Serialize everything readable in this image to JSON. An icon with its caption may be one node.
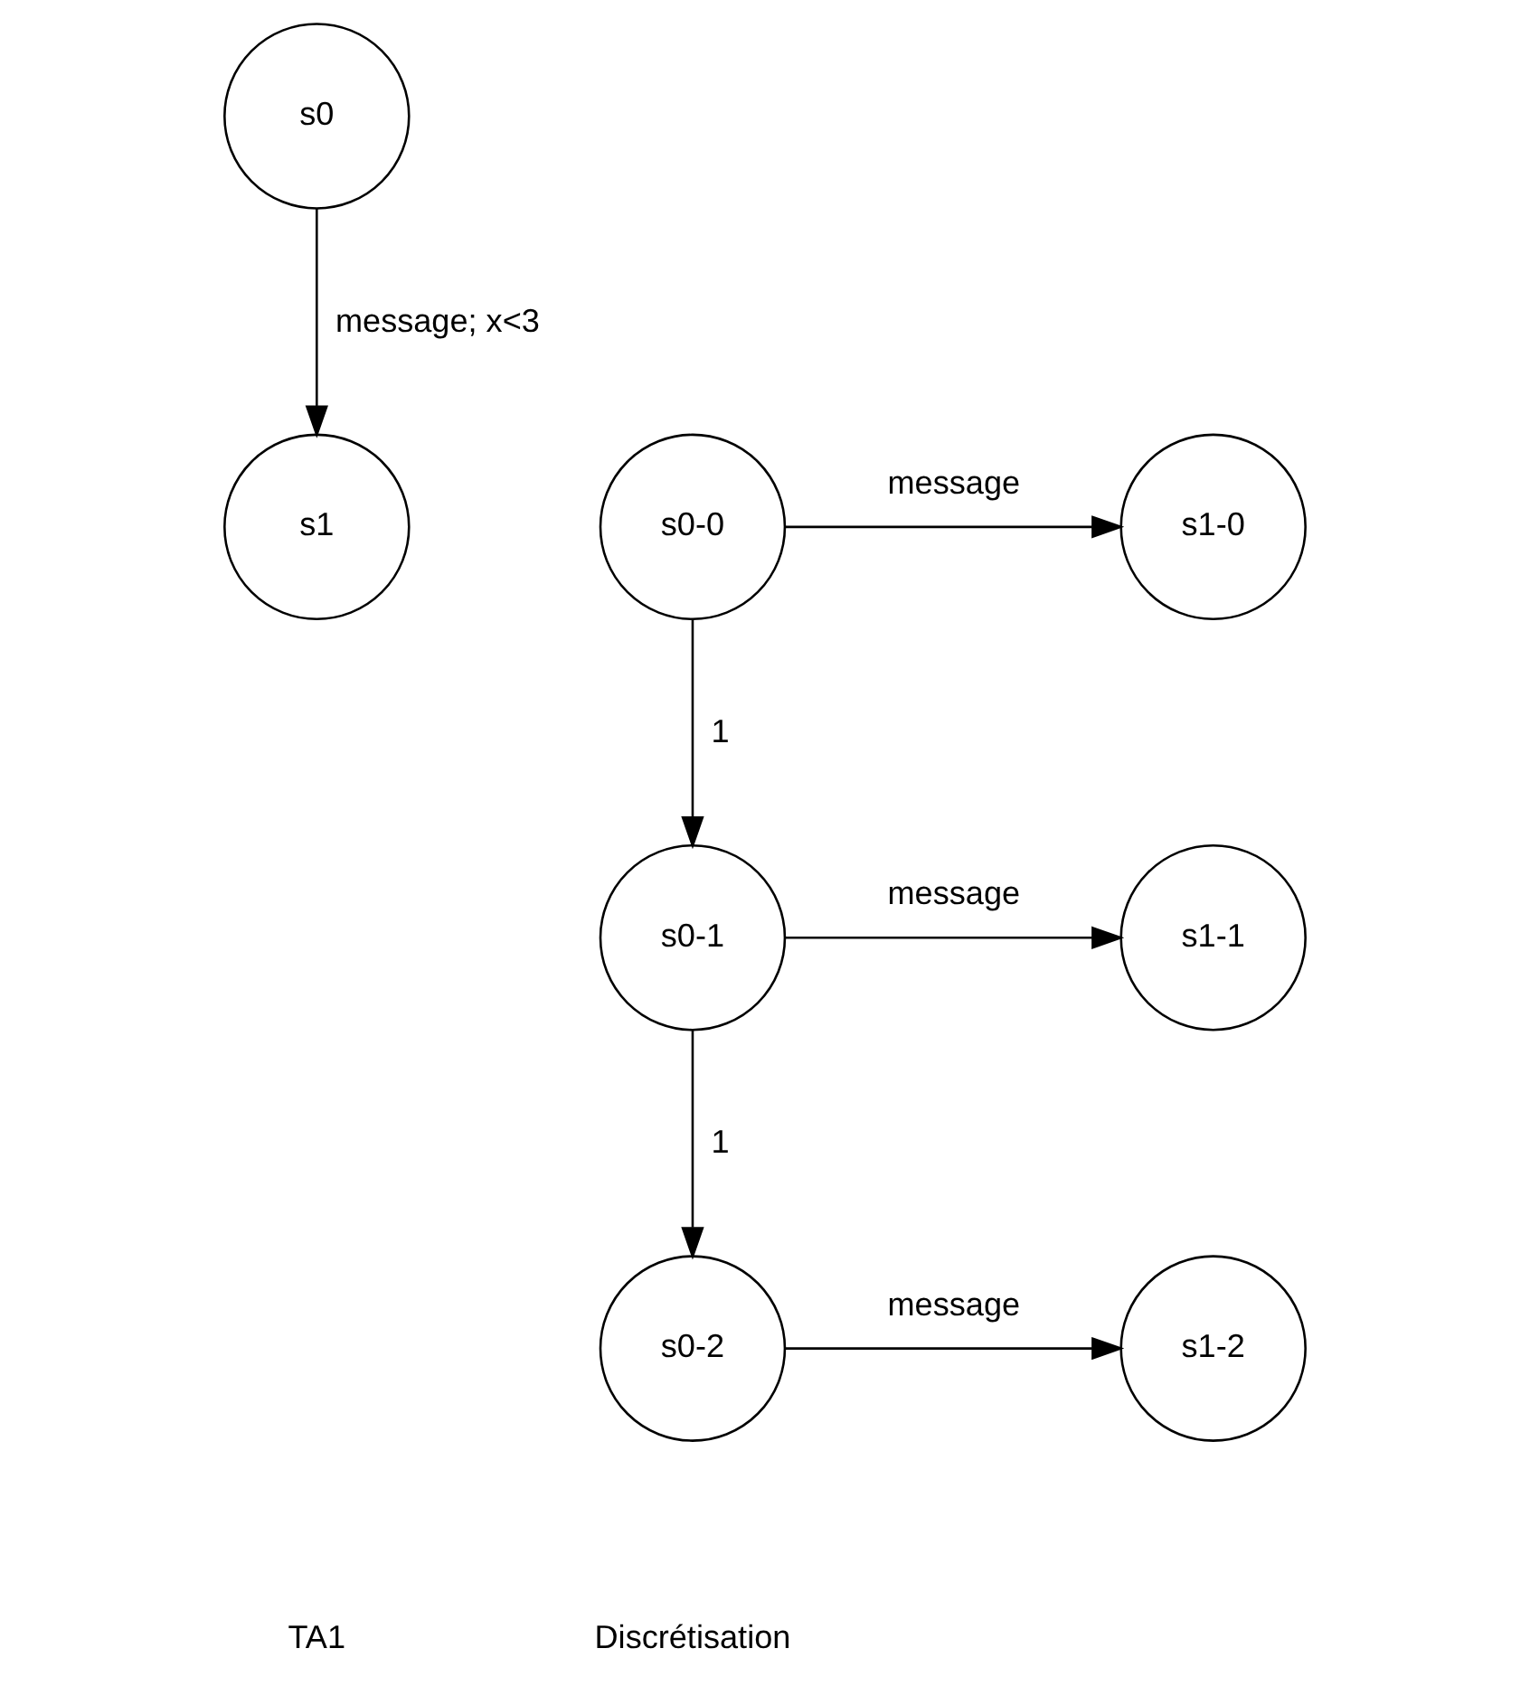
{
  "diagram": {
    "nodes": [
      {
        "text": [
          "s0"
        ]
      },
      {
        "text": [
          "s1"
        ]
      },
      {
        "text": [
          "s0-0"
        ]
      },
      {
        "text": [
          "s1-0"
        ]
      },
      {
        "text": [
          "s0-1"
        ]
      },
      {
        "text": [
          "s1-1"
        ]
      },
      {
        "text": [
          "s0-2"
        ]
      },
      {
        "text": [
          "s1-2"
        ]
      }
    ],
    "edges": [
      {
        "from": 0,
        "to": 1,
        "arrow": "to",
        "label": "message; x<3"
      },
      {
        "from": 2,
        "to": 3,
        "arrow": "to",
        "label": "message"
      },
      {
        "from": 2,
        "to": 4,
        "arrow": "to",
        "label": "1"
      },
      {
        "from": 4,
        "to": 5,
        "arrow": "to",
        "label": "message"
      },
      {
        "from": 4,
        "to": 6,
        "arrow": "to",
        "label": "1"
      },
      {
        "from": 6,
        "to": 7,
        "arrow": "to",
        "label": "message"
      }
    ],
    "labels": [
      "TA1",
      "Discrétisation"
    ]
  }
}
